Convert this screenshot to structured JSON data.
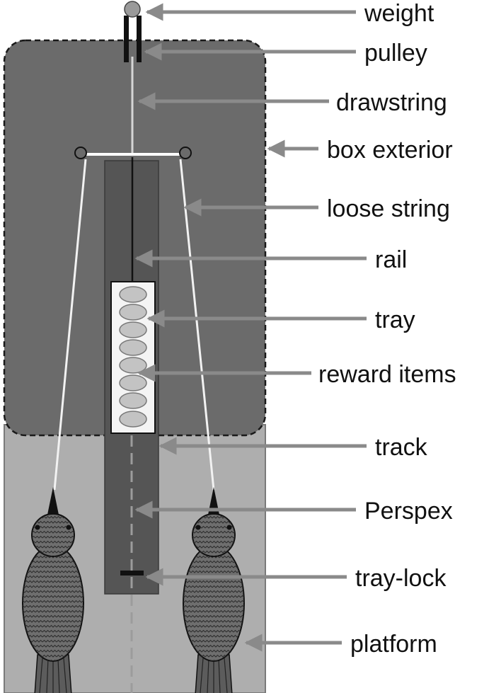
{
  "labels": {
    "weight": "weight",
    "pulley": "pulley",
    "drawstring": "drawstring",
    "box_exterior": "box exterior",
    "loose_string": "loose string",
    "rail": "rail",
    "tray": "tray",
    "reward_items": "reward items",
    "track": "track",
    "perspex": "Perspex",
    "tray_lock": "tray-lock",
    "platform": "platform"
  },
  "colors": {
    "box": "#6b6b6b",
    "platform": "#aeaeae",
    "track": "#555555",
    "arrow": "#8a8a8a",
    "bird": "#6e6e6e"
  }
}
